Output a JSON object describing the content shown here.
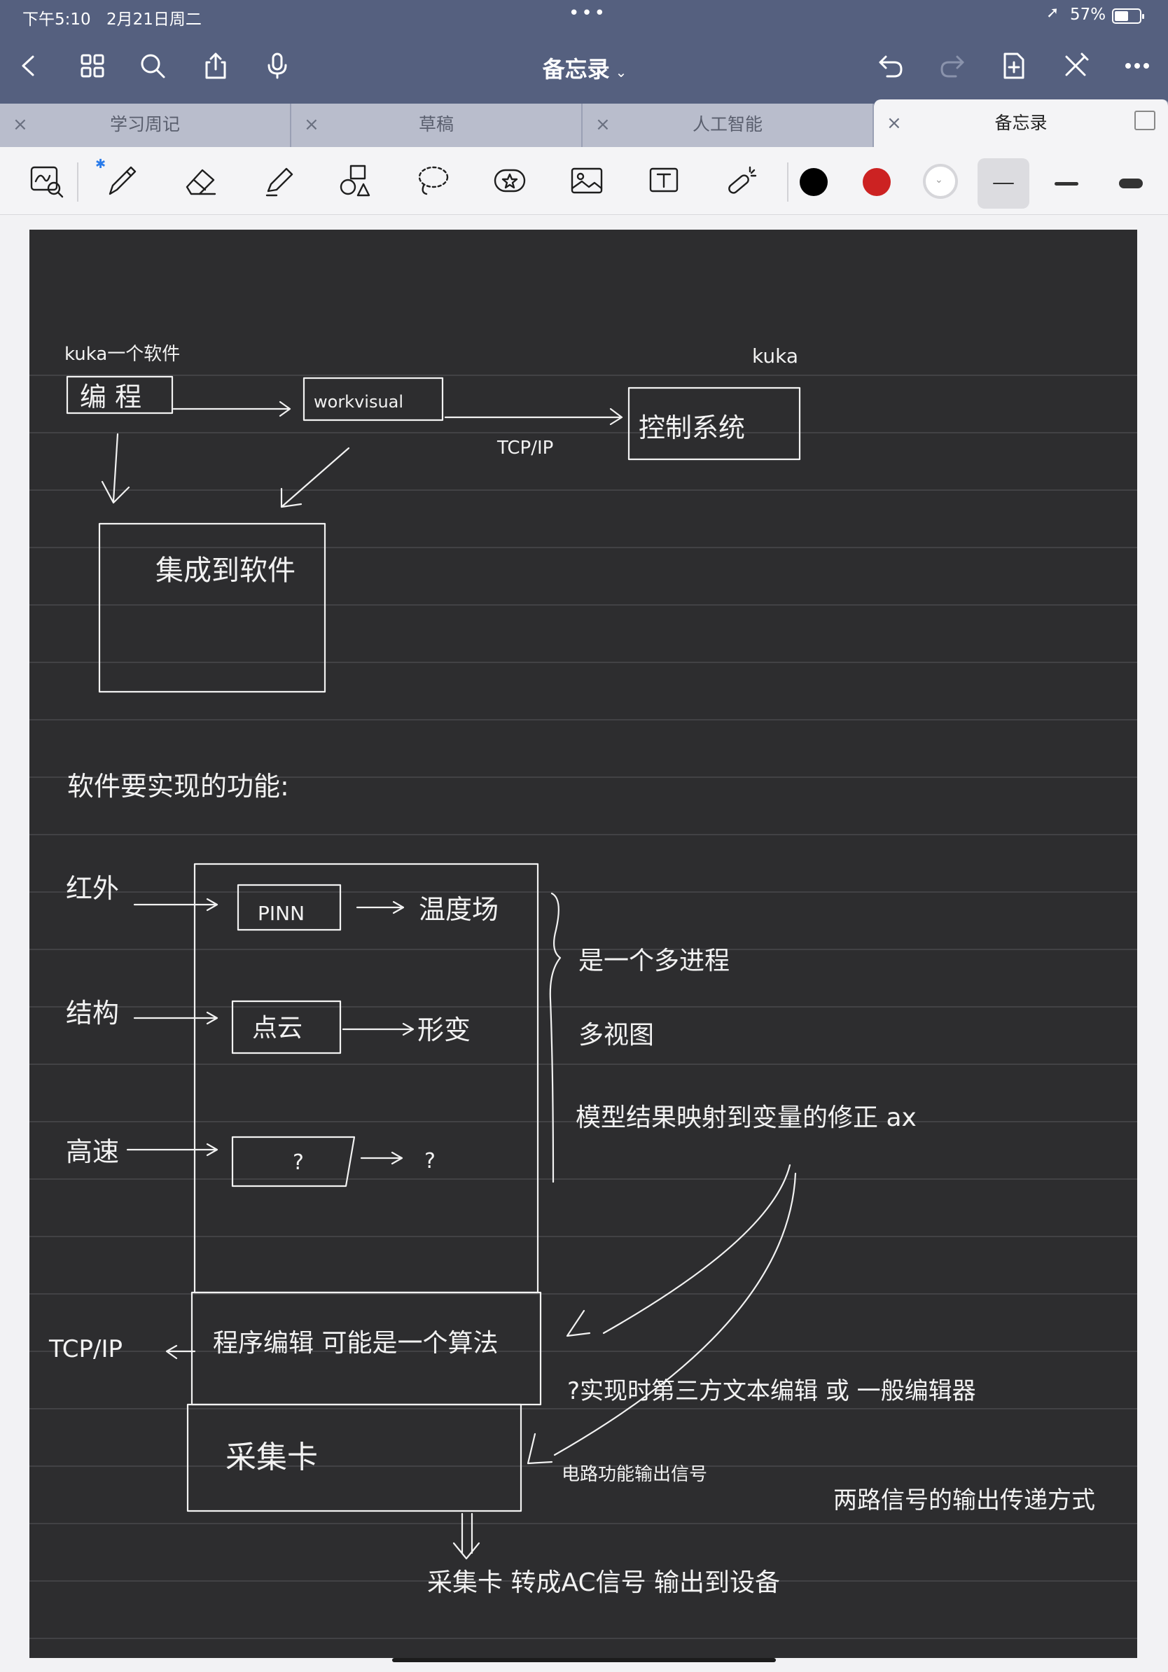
{
  "status": {
    "time": "下午5:10",
    "date": "2月21日周二",
    "dots": "•••",
    "battery": "57%",
    "battery_level": 0.57
  },
  "nav": {
    "title": "备忘录",
    "title_chevron": "⌄"
  },
  "tabs": [
    {
      "label": "学习周记",
      "close": "×"
    },
    {
      "label": "草稿",
      "close": "×"
    },
    {
      "label": "人工智能",
      "close": "×"
    },
    {
      "label": "备忘录",
      "close": "×",
      "active": true
    }
  ],
  "toolbar": {
    "tools": [
      "handwriting-search-icon",
      "pen-icon",
      "eraser-icon",
      "highlighter-icon",
      "shapes-icon",
      "lasso-icon",
      "sticker-icon",
      "image-icon",
      "text-icon",
      "laser-pointer-icon"
    ],
    "colors": [
      "#000000",
      "#cc2222",
      "#ffffff"
    ],
    "selected_stroke": "thin",
    "bluetooth_mark": "✱"
  },
  "note": {
    "labels": {
      "kuka_software": "kuka一个软件",
      "compile": "编 程",
      "workvisual": "workvisual",
      "tcpip_top": "TCP/IP",
      "kuka_right": "kuka",
      "controller": "控制系统",
      "integration": "集成到软件",
      "software_functions": "软件要实现的功能:",
      "thermal": "红外",
      "pinn": "PINN",
      "temperature_field": "温度场",
      "structure": "结构",
      "point_cloud": "点云",
      "deform": "形变",
      "speed": "高速",
      "question": "?",
      "question2": "?",
      "multi_thread": "是一个多进程",
      "multi_view": "多视图",
      "map_result": "模型结果映射到变量的修正 ax",
      "tcpip_bottom": "TCP/IP",
      "program_edit": "程序编辑 可能是一个算法",
      "realize_editor": "?实现时第三方文本编辑 或 一般编辑器",
      "collect": "采集卡",
      "fixed_output": "电路功能输出信号",
      "io_signal": "两路信号的输出传递方式",
      "final": "采集卡 转成AC信号 输出到设备"
    }
  }
}
